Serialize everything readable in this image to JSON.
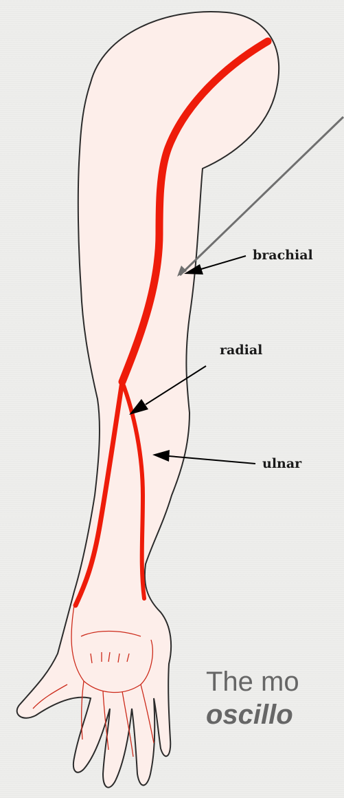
{
  "labels": {
    "brachial": "brachial",
    "radial": "radial",
    "ulnar": "ulnar"
  },
  "caption": {
    "line1": "The mo",
    "line2": "oscillo"
  },
  "colors": {
    "background": "#eeeeec",
    "skin": "#fdeeea",
    "artery": "#ee1c0a",
    "outline": "#2b2b2b",
    "pointer": "#6f6f6f",
    "caption_text": "#666666"
  }
}
